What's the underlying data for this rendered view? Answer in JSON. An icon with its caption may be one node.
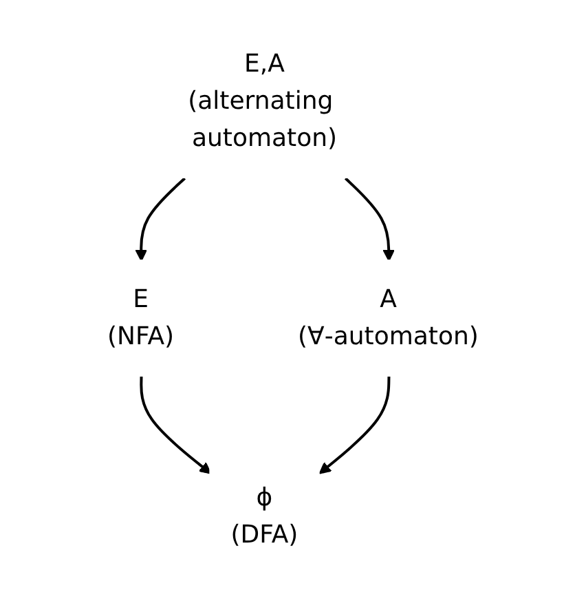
{
  "diagram": {
    "nodes": [
      {
        "text": [
          "E,A",
          "(alternating automaton)"
        ]
      },
      {
        "text": [
          "E",
          "(NFA)"
        ]
      },
      {
        "text": [
          "A",
          "(∀-automaton)"
        ]
      },
      {
        "text": [
          "ϕ",
          "(DFA)"
        ]
      }
    ],
    "edges": [
      {
        "from": 0,
        "to": 1,
        "arrow": "to"
      },
      {
        "from": 0,
        "to": 2,
        "arrow": "to"
      },
      {
        "from": 1,
        "to": 3,
        "arrow": "to"
      },
      {
        "from": 2,
        "to": 3,
        "arrow": "to"
      }
    ]
  }
}
